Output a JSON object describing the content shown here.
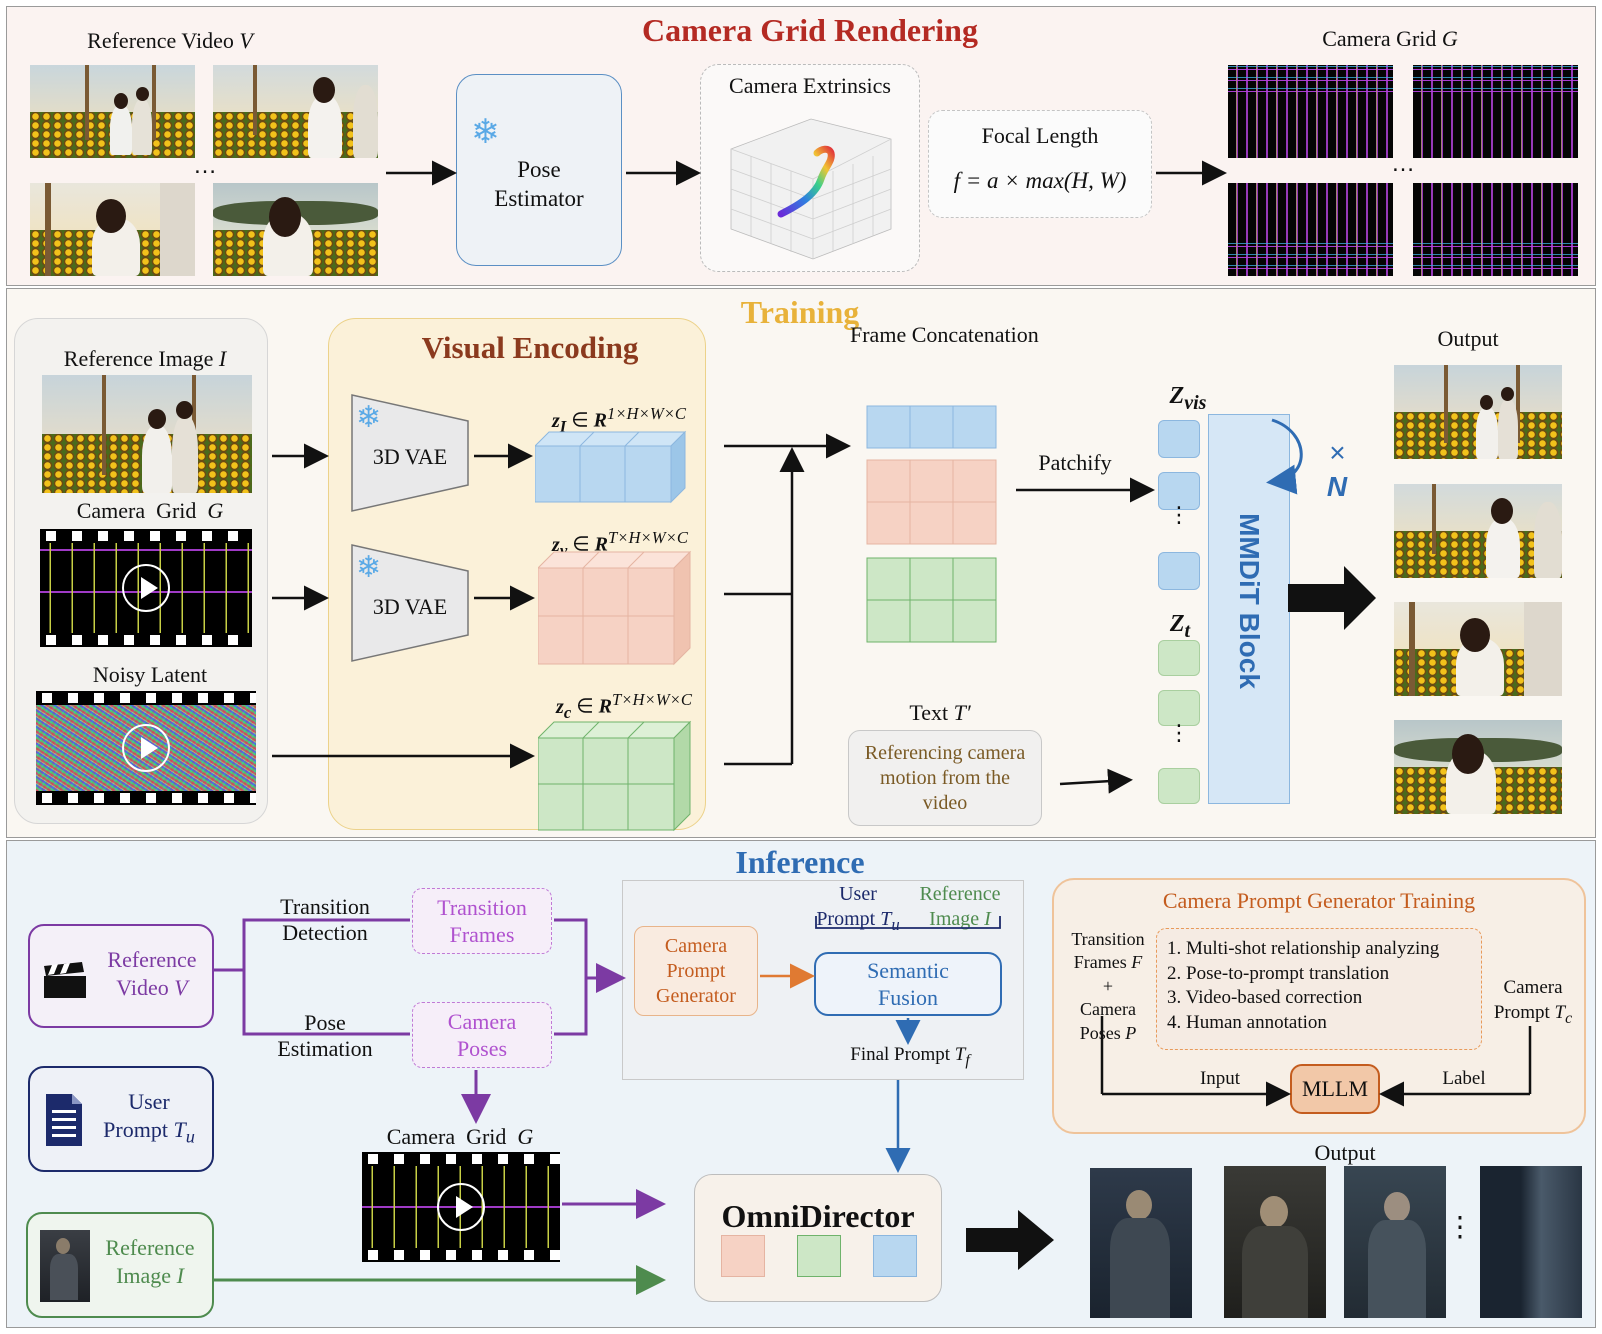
{
  "colors": {
    "grid_title": "#b42a23",
    "training_title": "#e8b23a",
    "visual_encoding_title": "#8b3a1e",
    "inference_title": "#2f6cb3",
    "camera_prompt_title": "#c45c1e",
    "purple": "#7c3aa3",
    "green": "#4e8b4e",
    "navy": "#1c2a6b",
    "blue_cell": "#b8d7f0",
    "pink_cell": "#f6d2c4",
    "green_cell": "#cde7c6"
  },
  "icons": [
    "snowflake-icon",
    "clapperboard-icon",
    "document-icon",
    "play-icon",
    "arrow-icon",
    "loop-arrow-icon"
  ],
  "grid_rendering": {
    "title": "Camera Grid Rendering",
    "reference_video_label": "Reference Video V",
    "ellipsis": "…",
    "pose_estimator": "Pose Estimator",
    "camera_extrinsics": "Camera Extrinsics",
    "focal_length_title": "Focal Length",
    "focal_length_formula": "f = a × max(H, W)",
    "camera_grid_label": "Camera Grid G"
  },
  "training": {
    "title": "Training",
    "reference_image_label": "Reference Image I",
    "camera_grid_label": "Camera  Grid  G",
    "noisy_latent_label": "Noisy Latent",
    "visual_encoding_title": "Visual Encoding",
    "vae_label": "3D VAE",
    "zi_label": "zI ∈ R1×H×W×C",
    "zv_label": "zv ∈ RT×H×W×C",
    "zc_label": "zc ∈ RT×H×W×C",
    "frame_concat": "Frame Concatenation",
    "patchify": "Patchify",
    "text_label": "Text T′",
    "text_box": "Referencing camera motion from the video",
    "zvis": "Zvis",
    "zt": "Zt",
    "mmdit": "MMDiT Block",
    "times_n": "× N",
    "output_label": "Output"
  },
  "inference": {
    "title": "Inference",
    "reference_video": "Reference Video V",
    "user_prompt": "User Prompt Tu",
    "reference_image": "Reference Image I",
    "transition_detection": "Transition Detection",
    "pose_estimation": "Pose Estimation",
    "transition_frames": "Transition Frames",
    "camera_poses": "Camera Poses",
    "camera_grid_label": "Camera  Grid  G",
    "user_prompt_top": "User Prompt Tu",
    "reference_image_top": "Reference Image I",
    "camera_prompt_generator": "Camera Prompt Generator",
    "semantic_fusion": "Semantic Fusion",
    "final_prompt": "Final Prompt Tf",
    "omnidirector": "OmniDirector",
    "output_label": "Output",
    "cpg_training": {
      "title": "Camera Prompt Generator Training",
      "left_label": "Transition Frames F + Camera Poses P",
      "steps": [
        "1.  Multi-shot relationship analyzing",
        "2.  Pose-to-prompt translation",
        "3.  Video-based correction",
        "4.  Human annotation"
      ],
      "right_label": "Camera Prompt Tc",
      "input": "Input",
      "label": "Label",
      "mllm": "MLLM"
    }
  }
}
